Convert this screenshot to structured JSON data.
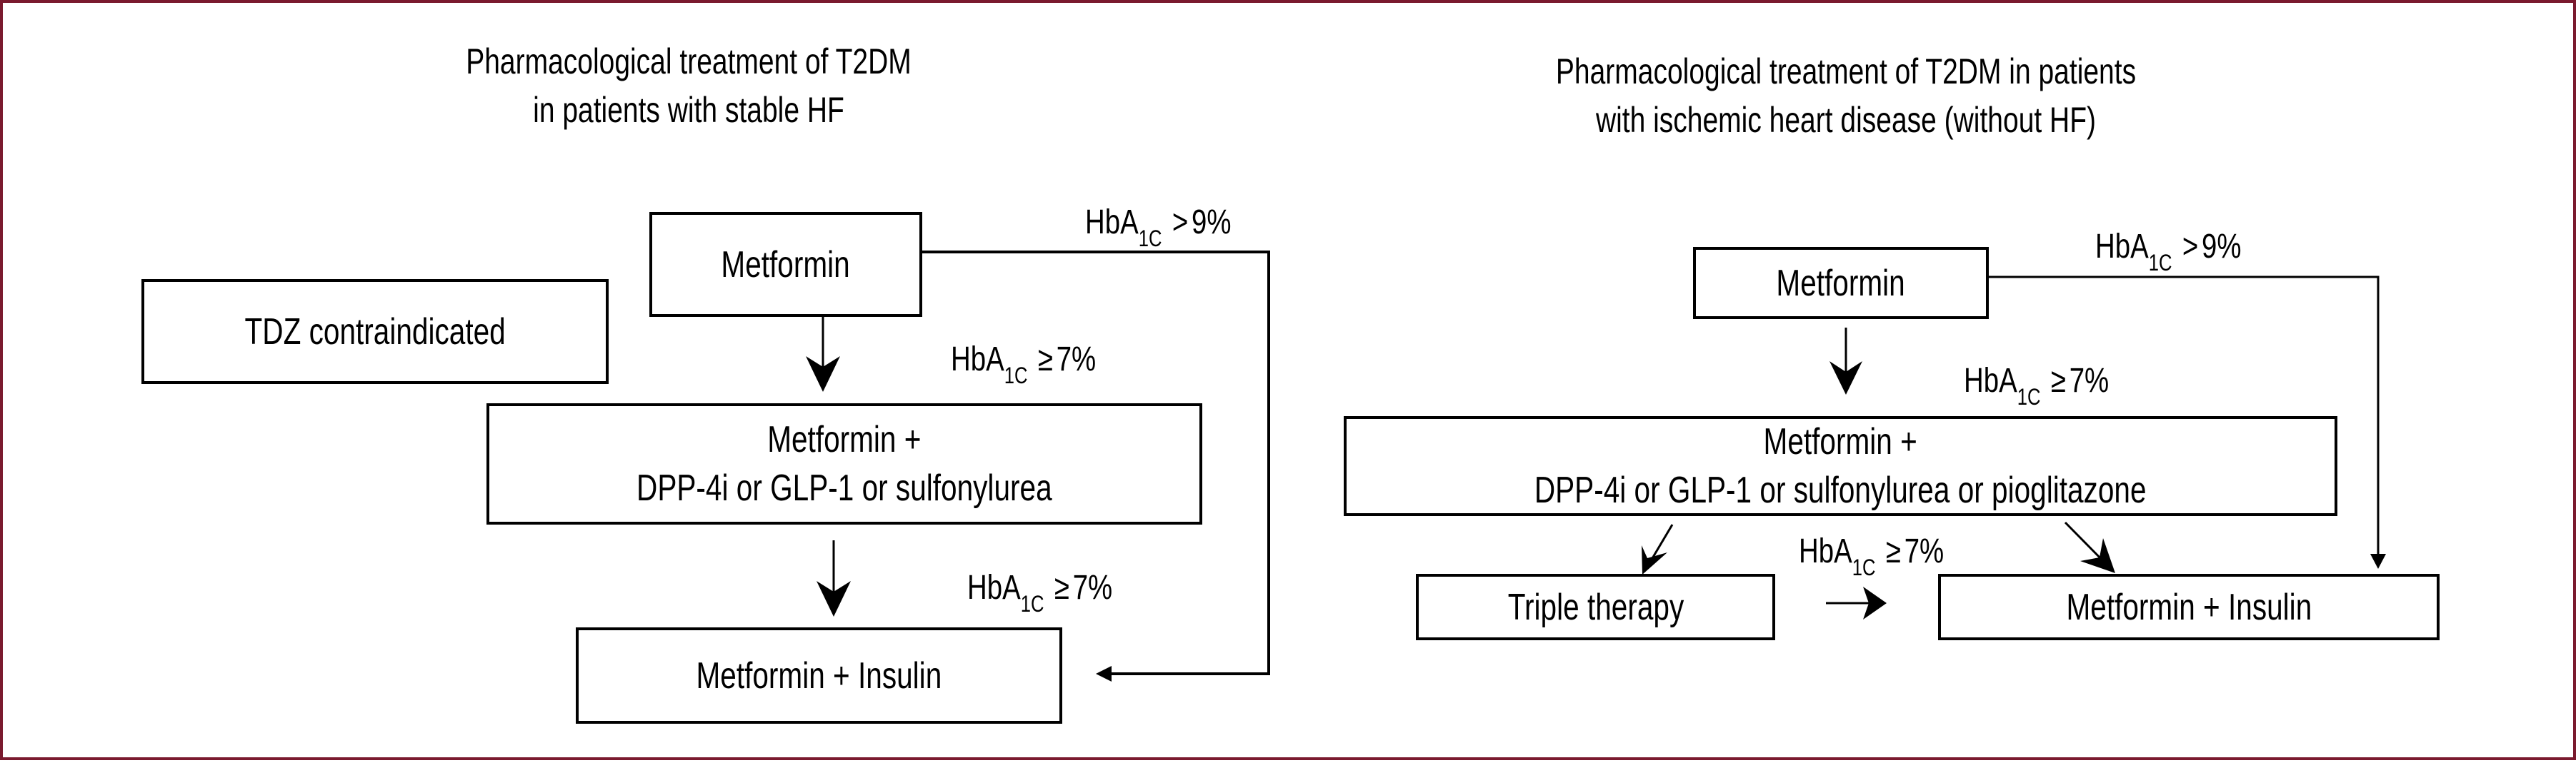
{
  "figure": {
    "border_color": "#7a1a2e",
    "line_color": "#000000",
    "background": "#ffffff"
  },
  "left_panel": {
    "title_line1": "Pharmacological treatment of T2DM",
    "title_line2": "in patients with stable HF",
    "boxes": {
      "tdz": "TDZ contraindicated",
      "metformin": "Metformin",
      "combo_line1": "Metformin +",
      "combo_line2": "DPP-4i or GLP-1 or sulfonylurea",
      "insulin": "Metformin + Insulin"
    },
    "conditions": {
      "gt9": {
        "main": "HbA",
        "sub": "1C",
        "op": ">",
        "value": "9%"
      },
      "ge7_first": {
        "main": "HbA",
        "sub": "1C",
        "op": "≥",
        "value": "7%"
      },
      "ge7_second": {
        "main": "HbA",
        "sub": "1C",
        "op": "≥",
        "value": "7%"
      }
    }
  },
  "right_panel": {
    "title_line1": "Pharmacological treatment of T2DM in patients",
    "title_line2": "with ischemic heart disease (without HF)",
    "boxes": {
      "metformin": "Metformin",
      "combo_line1": "Metformin +",
      "combo_line2": "DPP-4i or GLP-1 or sulfonylurea or pioglitazone",
      "triple": "Triple therapy",
      "insulin": "Metformin + Insulin"
    },
    "conditions": {
      "gt9": {
        "main": "HbA",
        "sub": "1C",
        "op": ">",
        "value": "9%"
      },
      "ge7_first": {
        "main": "HbA",
        "sub": "1C",
        "op": "≥",
        "value": "7%"
      },
      "ge7_second": {
        "main": "HbA",
        "sub": "1C",
        "op": "≥",
        "value": "7%"
      }
    }
  }
}
